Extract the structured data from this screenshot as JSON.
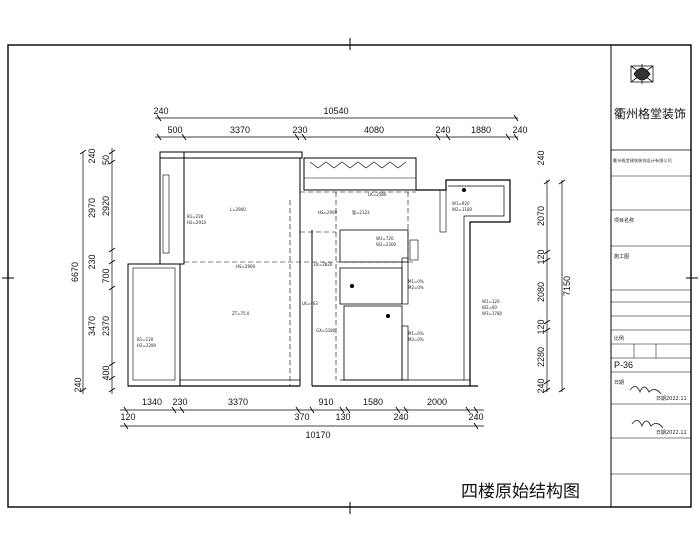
{
  "drawing_title": "四楼原始结构图",
  "company": {
    "brand": "衢州格堂装饰",
    "full_name": "衢州格堂建筑装饰设计有限公司"
  },
  "dims_top_total": "10540",
  "dims_top": [
    "240",
    "500",
    "3370",
    "230",
    "4080",
    "240",
    "1880",
    "240"
  ],
  "dims_bottom": [
    "120",
    "1340",
    "230",
    "3370",
    "370",
    "910",
    "130",
    "1580",
    "240",
    "2000",
    "240"
  ],
  "dims_bottom_total": "10170",
  "dims_left_total": "6670",
  "dims_left": [
    "240",
    "50",
    "2970",
    "2920",
    "230",
    "700",
    "3470",
    "2370",
    "400",
    "240"
  ],
  "dims_right_total": "7150",
  "dims_right": [
    "240",
    "2070",
    "120",
    "2080",
    "120",
    "2280",
    "240"
  ],
  "panel": {
    "code": "P-36",
    "labels": [
      "项目名称",
      "施工图",
      "比例",
      "日期"
    ],
    "date_1": "日期2022.11",
    "date_2": "日期2022.11"
  }
}
